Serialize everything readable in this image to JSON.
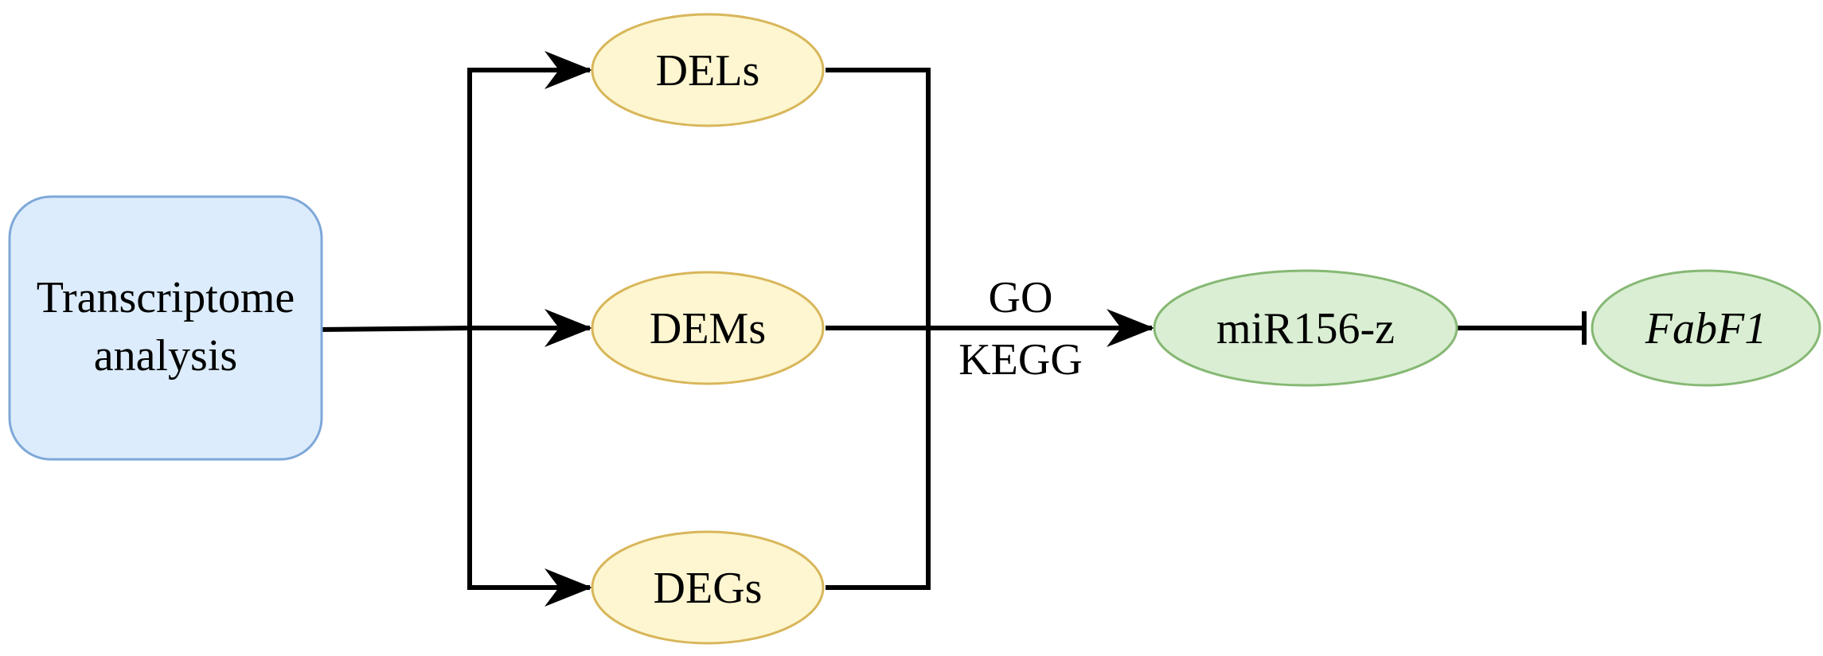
{
  "nodes": {
    "source": {
      "line1": "Transcriptome",
      "line2": "analysis",
      "fill": "#dcecfc",
      "stroke": "#7ea8d8"
    },
    "dels": {
      "label": "DELs",
      "fill": "#fdf6d0",
      "stroke": "#d8b65a"
    },
    "dems": {
      "label": "DEMs",
      "fill": "#fdf6d0",
      "stroke": "#d8b65a"
    },
    "degs": {
      "label": "DEGs",
      "fill": "#fdf6d0",
      "stroke": "#d8b65a"
    },
    "mirna": {
      "label": "miR156-z",
      "fill": "#d9eed2",
      "stroke": "#86b874"
    },
    "target": {
      "label": "FabF1",
      "fill": "#d9eed2",
      "stroke": "#86b874"
    }
  },
  "edge_labels": {
    "go": "GO",
    "kegg": "KEGG"
  },
  "colors": {
    "line": "#000000"
  }
}
